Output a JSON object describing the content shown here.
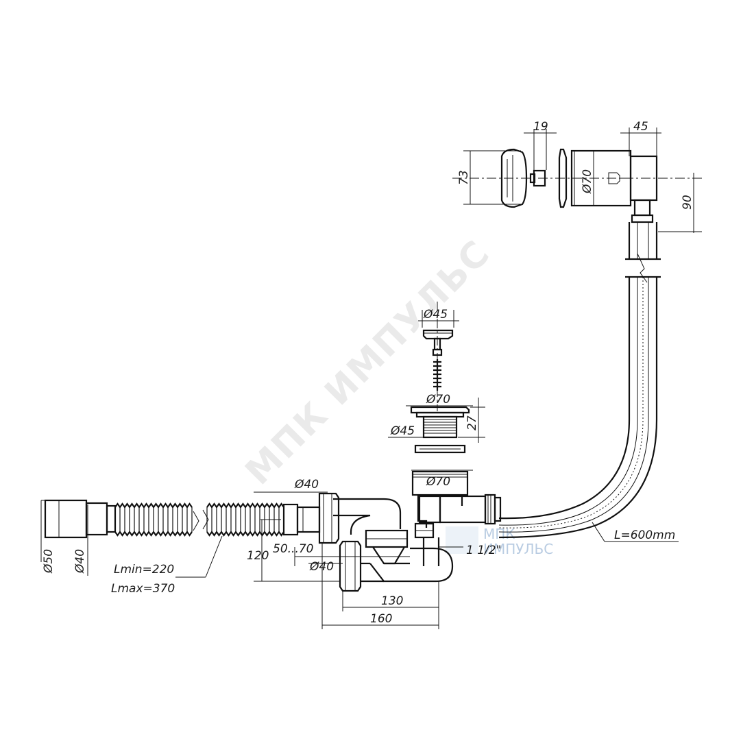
{
  "watermark": {
    "text": "МПК ИМПУЛЬС",
    "logo_line1": "МПК",
    "logo_line2": "ИМПУЛЬС"
  },
  "dimensions": {
    "overflow_width": "19",
    "overflow_depth": "45",
    "overflow_cap_height": "73",
    "overflow_diameter": "Ø70",
    "overflow_height": "90",
    "plug_diameter": "Ø45",
    "drain_flange_diameter": "Ø70",
    "drain_height": "27",
    "drain_thread_diameter": "Ø45",
    "drain_seat_diameter": "Ø70",
    "outlet_diameter": "Ø40",
    "corrugated_outer_diameter": "Ø50",
    "corrugated_inner_diameter": "Ø40",
    "lmin": "Lmin=220",
    "lmax": "Lmax=370",
    "trap_height": "120",
    "adjust_range": "50...70",
    "side_outlet_diameter": "Ø40",
    "thread_size": "1 1/2\"",
    "width_130": "130",
    "width_160": "160",
    "overflow_hose_length": "L=600mm"
  },
  "colors": {
    "line": "#111111",
    "watermark": "#d8d8d8",
    "logo": "#9bb7d6"
  }
}
